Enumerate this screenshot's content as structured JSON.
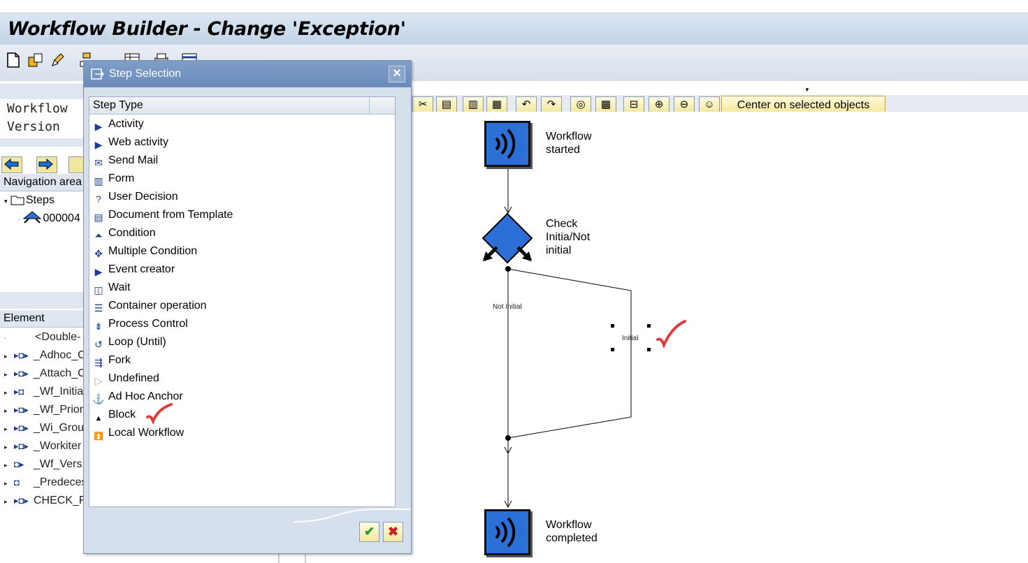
{
  "window": {
    "title": "Workflow Builder - Change 'Exception'"
  },
  "left_panel": {
    "labels": [
      "Workflow",
      "Version"
    ],
    "navigation_header": "Navigation area",
    "steps_label": "Steps",
    "step_item": "000004",
    "element_header": "Element",
    "elements": [
      "<Double-",
      "_Adhoc_C",
      "_Attach_C",
      "_Wf_Initia",
      "_Wf_Prior",
      "_Wi_Grou",
      "_Workiter",
      "_Wf_Vers",
      "_Predeces",
      "CHECK_F"
    ]
  },
  "canvas_toolbar": {
    "center_button": "Center on selected objects"
  },
  "dialog": {
    "title": "Step Selection",
    "column_header": "Step Type",
    "items": [
      {
        "label": "Activity",
        "icon": "activity-icon"
      },
      {
        "label": "Web activity",
        "icon": "web-activity-icon"
      },
      {
        "label": "Send Mail",
        "icon": "send-mail-icon"
      },
      {
        "label": "Form",
        "icon": "form-icon"
      },
      {
        "label": "User Decision",
        "icon": "user-decision-icon"
      },
      {
        "label": "Document from Template",
        "icon": "document-template-icon"
      },
      {
        "label": "Condition",
        "icon": "condition-icon"
      },
      {
        "label": "Multiple Condition",
        "icon": "multiple-condition-icon"
      },
      {
        "label": "Event creator",
        "icon": "event-creator-icon"
      },
      {
        "label": "Wait",
        "icon": "wait-icon"
      },
      {
        "label": "Container operation",
        "icon": "container-operation-icon"
      },
      {
        "label": "Process Control",
        "icon": "process-control-icon"
      },
      {
        "label": "Loop (Until)",
        "icon": "loop-icon"
      },
      {
        "label": "Fork",
        "icon": "fork-icon"
      },
      {
        "label": "Undefined",
        "icon": "undefined-icon"
      },
      {
        "label": "Ad Hoc Anchor",
        "icon": "anchor-icon"
      },
      {
        "label": "Block",
        "icon": "block-icon"
      },
      {
        "label": "Local Workflow",
        "icon": "local-workflow-icon"
      }
    ]
  },
  "graph": {
    "start_label": [
      "Workflow",
      "started"
    ],
    "condition_label": [
      "Check",
      "Initia/Not",
      "initial"
    ],
    "branch_not_initial": "Not Initial",
    "branch_initial": "Initial",
    "end_label": [
      "Workflow",
      "completed"
    ]
  },
  "colors": {
    "node_blue": "#2c6fd6",
    "dialog_title": "#6a8bba",
    "checkmark_red": "#e03c3c"
  }
}
